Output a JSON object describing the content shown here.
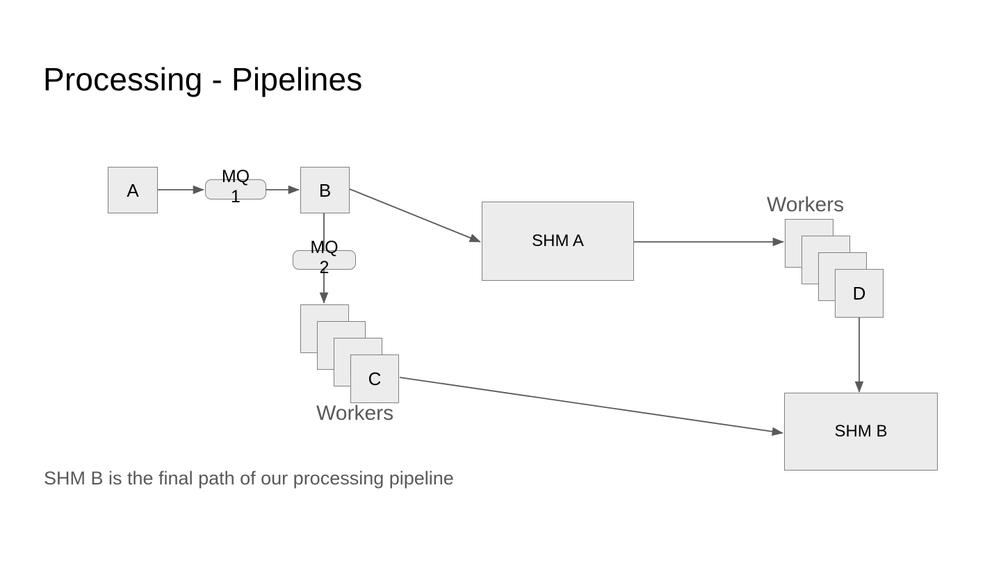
{
  "slide": {
    "title": "Processing - Pipelines",
    "caption": "SHM B is the final path of our processing pipeline",
    "colors": {
      "node_fill": "#ececec",
      "node_stroke": "#7f7f7f",
      "connector": "#595959",
      "title_text": "#000000",
      "caption_text": "#595959",
      "label_text": "#595959",
      "background": "#ffffff"
    }
  },
  "diagram": {
    "nodes": [
      {
        "id": "a",
        "label": "A",
        "shape": "rect"
      },
      {
        "id": "mq1",
        "label": "MQ\n1",
        "shape": "rounded-rect"
      },
      {
        "id": "b",
        "label": "B",
        "shape": "rect"
      },
      {
        "id": "mq2",
        "label": "MQ\n2",
        "shape": "rounded-rect"
      },
      {
        "id": "shm_a",
        "label": "SHM A",
        "shape": "rect"
      },
      {
        "id": "shm_b",
        "label": "SHM B",
        "shape": "rect"
      }
    ],
    "stacks": [
      {
        "id": "workers_left",
        "stack_label": "Workers",
        "front_label": "C",
        "count": 4,
        "label_position": "below"
      },
      {
        "id": "workers_right",
        "stack_label": "Workers",
        "front_label": "D",
        "count": 4,
        "label_position": "above"
      }
    ],
    "edges": [
      {
        "id": "a-to-mq1",
        "from": "A",
        "to": "MQ 1",
        "style": "arrow"
      },
      {
        "id": "mq1-to-b",
        "from": "MQ 1",
        "to": "B",
        "style": "arrow"
      },
      {
        "id": "b-to-mq2",
        "from": "B",
        "to": "MQ 2",
        "style": "line"
      },
      {
        "id": "mq2-to-workers-c",
        "from": "MQ 2",
        "to": "C",
        "style": "arrow"
      },
      {
        "id": "b-to-shm-a",
        "from": "B",
        "to": "SHM A",
        "style": "arrow"
      },
      {
        "id": "shm-a-to-workers-d",
        "from": "SHM A",
        "to": "D",
        "style": "arrow"
      },
      {
        "id": "workers-d-to-shm-b",
        "from": "D",
        "to": "SHM B",
        "style": "arrow"
      },
      {
        "id": "workers-c-to-shm-b",
        "from": "C",
        "to": "SHM B",
        "style": "arrow"
      }
    ]
  }
}
